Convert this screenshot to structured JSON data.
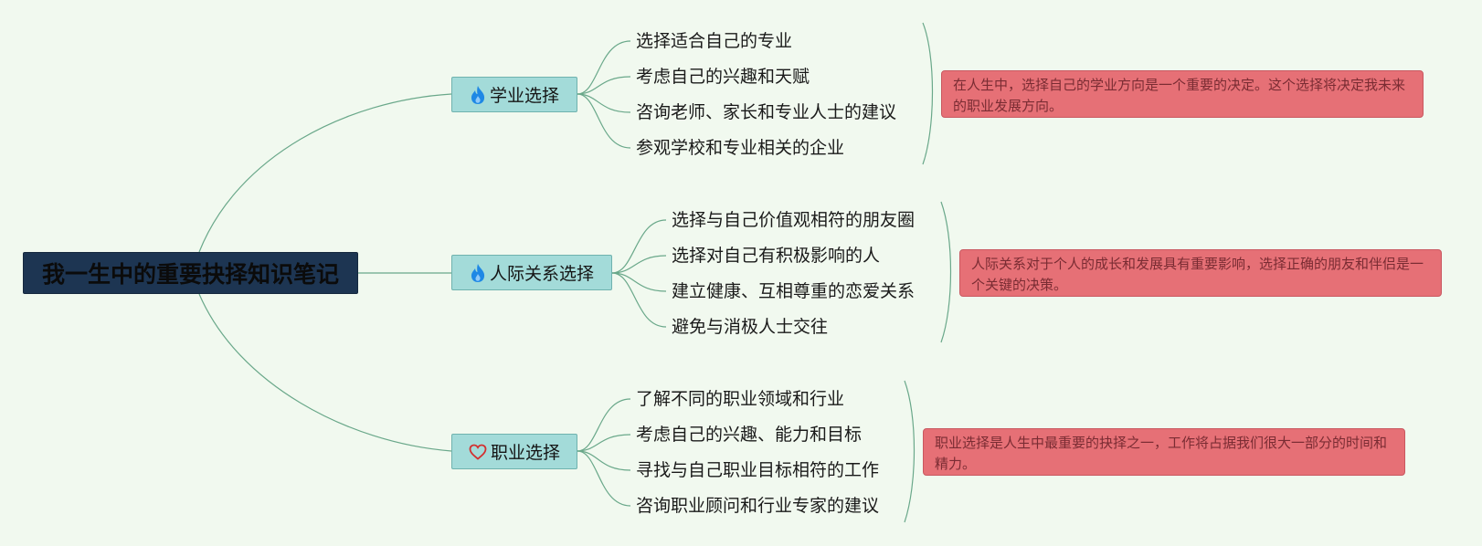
{
  "root": {
    "title": "我一生中的重要抉择知识笔记"
  },
  "branches": [
    {
      "label": "学业选择",
      "icon": "fire-icon",
      "items": [
        "选择适合自己的专业",
        "考虑自己的兴趣和天赋",
        "咨询老师、家长和专业人士的建议",
        "参观学校和专业相关的企业"
      ],
      "note": "在人生中，选择自己的学业方向是一个重要的决定。这个选择将决定我未来的职业发展方向。"
    },
    {
      "label": "人际关系选择",
      "icon": "fire-icon",
      "items": [
        "选择与自己价值观相符的朋友圈",
        "选择对自己有积极影响的人",
        "建立健康、互相尊重的恋爱关系",
        "避免与消极人士交往"
      ],
      "note": "人际关系对于个人的成长和发展具有重要影响，选择正确的朋友和伴侣是一个关键的决策。"
    },
    {
      "label": "职业选择",
      "icon": "heart-icon",
      "items": [
        "了解不同的职业领域和行业",
        "考虑自己的兴趣、能力和目标",
        "寻找与自己职业目标相符的工作",
        "咨询职业顾问和行业专家的建议"
      ],
      "note": "职业选择是人生中最重要的抉择之一，工作将占据我们很大一部分的时间和精力。"
    }
  ],
  "colors": {
    "root_fill": "#1d3552",
    "branch_fill": "#a3dbd9",
    "note_fill": "#e67076",
    "line": "#6aa88a",
    "fire": "#1e88e5",
    "heart": "#d32f2f"
  }
}
